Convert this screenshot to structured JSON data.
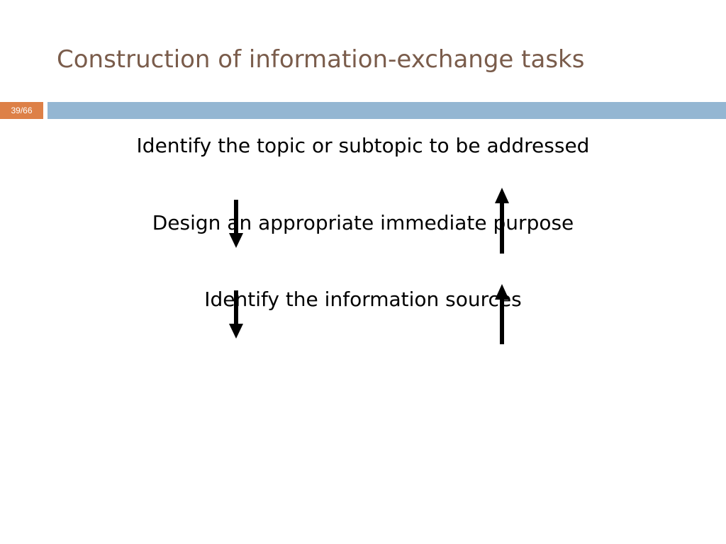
{
  "slide": {
    "title": "Construction of information-exchange tasks",
    "page_number": "39/66",
    "steps": [
      "Identify the topic or subtopic to be addressed",
      "Design an appropriate immediate purpose",
      "Identify the information sources"
    ]
  },
  "colors": {
    "title": "#7a5c4b",
    "badge": "#dd8047",
    "header_bar": "#94b6d2",
    "text": "#000000",
    "arrows": "#000000"
  },
  "icons": {
    "down_arrows": "arrow-down-icon",
    "up_arrows": "arrow-up-icon"
  }
}
